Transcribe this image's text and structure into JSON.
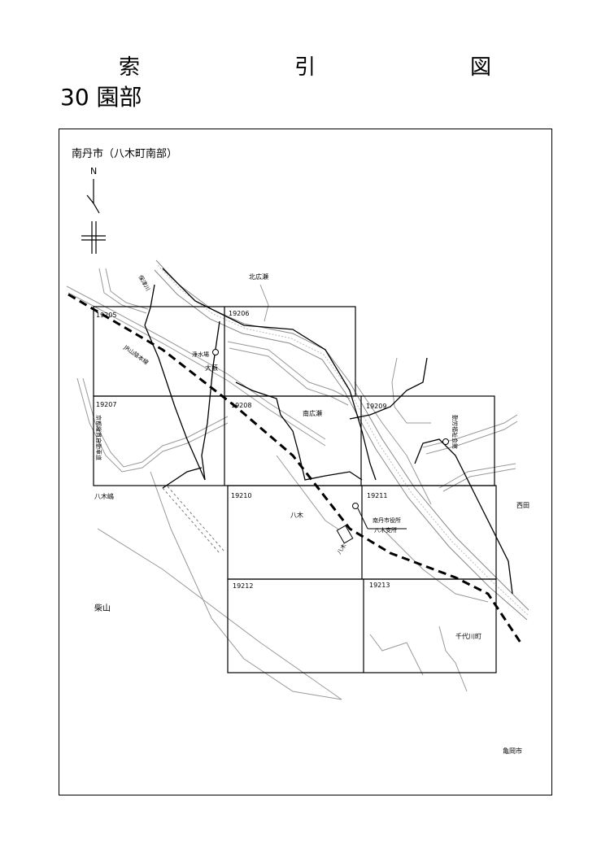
{
  "title": "索　引　図",
  "subtitle": "30 園部",
  "map_label": "南丹市（八木町南部）",
  "north_label": "N",
  "grid_cells": [
    {
      "id": "19205"
    },
    {
      "id": "19206"
    },
    {
      "id": "19207"
    },
    {
      "id": "19208"
    },
    {
      "id": "19209"
    },
    {
      "id": "19210"
    },
    {
      "id": "19211"
    },
    {
      "id": "19212"
    },
    {
      "id": "19213"
    }
  ],
  "place_names": {
    "kitahirose": "北広瀬",
    "minamihirose": "南広瀬",
    "yagi_town": "八木",
    "yagishima": "八木嶋",
    "nishida": "西田",
    "shibayama": "柴山",
    "senndaigawa": "千代川町",
    "kameoka": "亀岡市",
    "oyabu": "大藪",
    "hozu_river": "保津川",
    "rail_line": "JR山陰本線",
    "expressway": "京都縦貫自動車道",
    "station": "八木"
  },
  "facilities": {
    "water_plant": "浄水場",
    "welfare_hall": "勤労福祉会館",
    "city_office_1": "南丹市役所",
    "city_office_2": "八木支所"
  }
}
